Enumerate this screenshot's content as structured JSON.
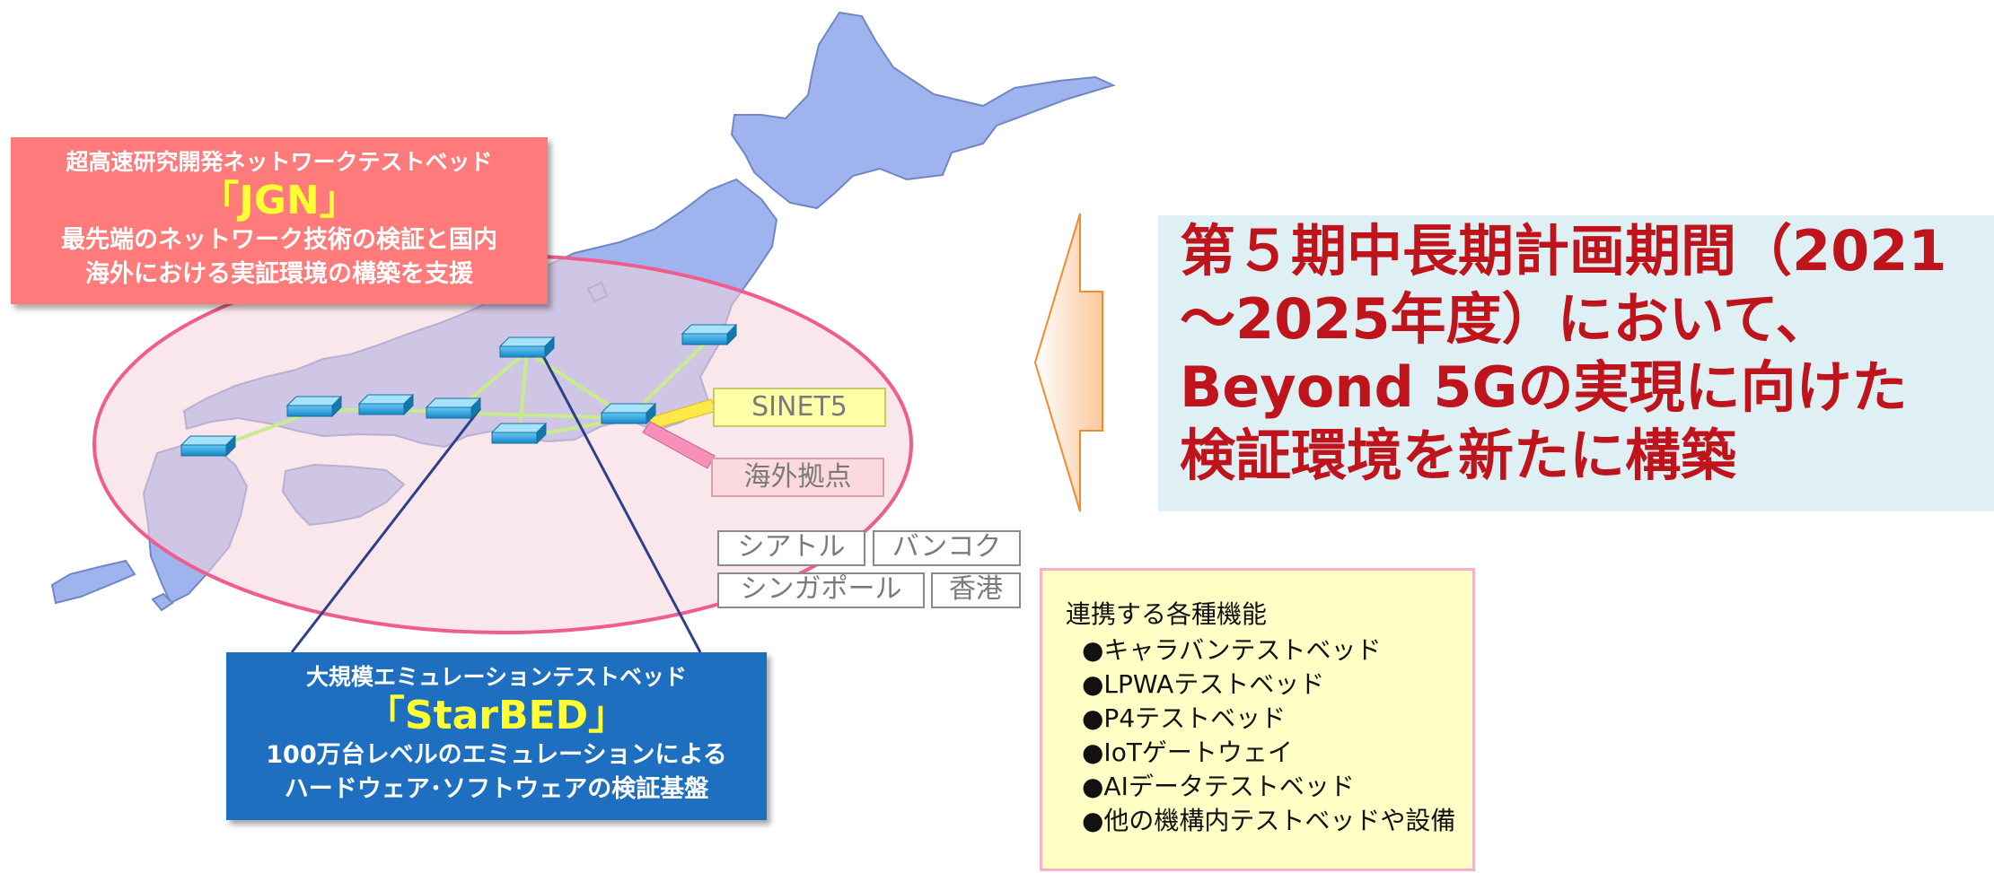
{
  "jgn": {
    "subtitle": "超高速研究開発ネットワークテストベッド",
    "title": "「JGN」",
    "desc_line1": "最先端のネットワーク技術の検証と国内",
    "desc_line2": "海外における実証環境の構築を支援"
  },
  "starbed": {
    "subtitle": "大規模エミュレーションテストベッド",
    "title": "「StarBED」",
    "desc_line1": "100万台レベルのエミュレーションによる",
    "desc_line2": "ハードウェア･ソフトウェアの検証基盤"
  },
  "tags": {
    "sinet5": "SINET5",
    "overseas": "海外拠点",
    "seattle": "シアトル",
    "bangkok": "バンコク",
    "singapore": "シンガポール",
    "hongkong": "香港"
  },
  "plan": {
    "line1": "第５期中長期計画期間（2021",
    "line2": "～2025年度）において、",
    "line3": "Beyond 5Gの実現に向けた",
    "line4": "検証環境を新たに構築"
  },
  "functions": {
    "heading": "連携する各種機能",
    "items": [
      "●キャラバンテストベッド",
      "●LPWAテストベッド",
      "●P4テストベッド",
      "●IoTゲートウェイ",
      "●AIデータテストベッド",
      "●他の機構内テストベッドや設備"
    ]
  },
  "colors": {
    "jgn_box": "#ff7a7a",
    "starbed_box": "#1f6fc0",
    "title_yellow": "#ffff33",
    "plan_text": "#c0141c",
    "plan_bg": "#dff0f5",
    "functions_bg": "#ffffc6",
    "functions_border": "#f5b2c8",
    "map_fill": "#9fb4ee",
    "ellipse_border": "#ef5d8f",
    "network_line": "#c8ec8c"
  }
}
